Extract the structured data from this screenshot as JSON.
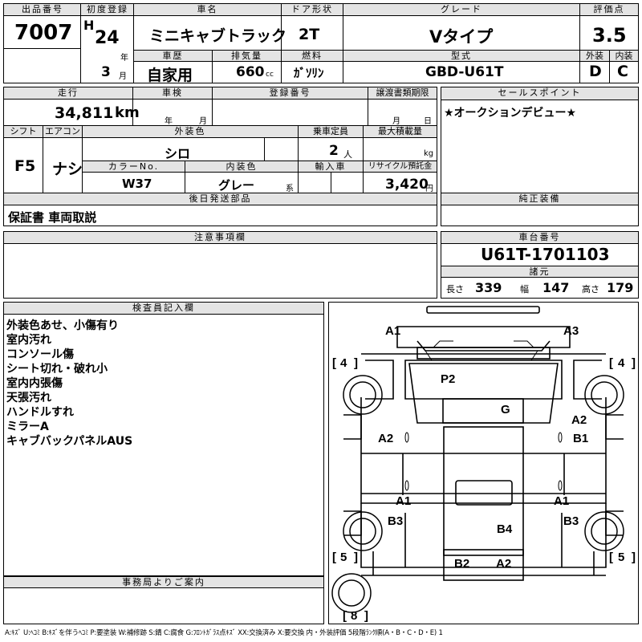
{
  "header": {
    "lot_label": "出品番号",
    "lot_number": "7007",
    "first_reg_label": "初度登録",
    "era": "H",
    "year": "24",
    "year_unit": "年",
    "month": "3",
    "month_unit": "月",
    "car_name_label": "車名",
    "car_name": "ミニキャブトラック",
    "door_label": "ドア形状",
    "door": "2T",
    "grade_label": "グレード",
    "grade": "Vタイプ",
    "score_label": "評価点",
    "score": "3.5",
    "history_label": "車歴",
    "history": "自家用",
    "displacement_label": "排気量",
    "displacement": "660",
    "displacement_unit": "cc",
    "fuel_label": "燃料",
    "fuel": "ｶﾞｿﾘﾝ",
    "model_label": "型式",
    "model": "GBD-U61T",
    "exterior_label": "外装",
    "exterior_grade": "D",
    "interior_label": "内装",
    "interior_grade": "C"
  },
  "row2": {
    "mileage_label": "走行",
    "mileage": "34,811",
    "mileage_unit": "km",
    "inspection_label": "車検",
    "insp_year_unit": "年",
    "insp_month_unit": "月",
    "reg_number_label": "登録番号",
    "transfer_label": "譲渡書類期限",
    "transfer_month_unit": "月",
    "transfer_day_unit": "日",
    "shift_label": "シフト",
    "shift": "F5",
    "ac_label": "エアコン",
    "ac": "ナシ",
    "exterior_color_label": "外装色",
    "exterior_color": "シロ",
    "capacity_label": "乗車定員",
    "capacity": "2",
    "capacity_unit": "人",
    "max_load_label": "最大積載量",
    "max_load_unit": "kg",
    "color_no_label": "カラーNo.",
    "color_no": "W37",
    "interior_color_label": "内装色",
    "interior_color": "グレー",
    "interior_color_unit": "系",
    "import_label": "輸入車",
    "recycle_label": "リサイクル預託金",
    "recycle": "3,420",
    "recycle_unit": "円"
  },
  "selling_points": {
    "label": "セールスポイント",
    "text": "★オークションデビュー★"
  },
  "later_shipping": {
    "label": "後日発送部品",
    "text": "保証書 車両取説"
  },
  "genuine_equipment": {
    "label": "純正装備"
  },
  "notes": {
    "label": "注意事項欄"
  },
  "chassis": {
    "label": "車台番号",
    "number": "U61T-1701103",
    "spec_label": "諸元",
    "length_label": "長さ",
    "length": "339",
    "width_label": "幅",
    "width": "147",
    "height_label": "高さ",
    "height": "179"
  },
  "inspector": {
    "label": "検査員記入欄",
    "lines": [
      "外装色あせ、小傷有り",
      "室内汚れ",
      "コンソール傷",
      "シート切れ・破れ小",
      "室内内張傷",
      "天張汚れ",
      "ハンドルすれ",
      "ミラーA",
      "キャブバックパネルAUS"
    ]
  },
  "office": {
    "label": "事務局よりご案内"
  },
  "diagram": {
    "tire_fl": "4",
    "tire_fr": "4",
    "tire_rl": "5",
    "tire_rr": "5",
    "tire_spare": "8",
    "marks": [
      "A1",
      "A3",
      "P2",
      "G",
      "A2",
      "A2",
      "B1",
      "A1",
      "A1",
      "B3",
      "B4",
      "B3",
      "B2",
      "A2"
    ]
  },
  "legend": "A:ｷｽﾞ U:ﾍｺﾐ B:ｷｽﾞを伴うﾍｺﾐ P:要塗装 W:補修跡 S:錆 C:腐食 G:ﾌﾛﾝﾄｶﾞﾗｽ点ｷｽﾞ XX:交換済み X:要交換 内・外装評価 5段階ﾗﾝｸ順(A・B・C・D・E) 1"
}
